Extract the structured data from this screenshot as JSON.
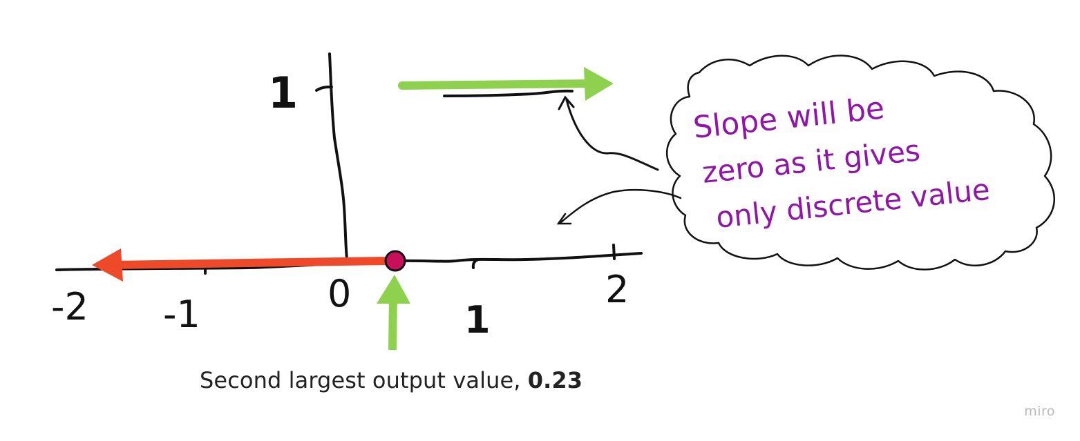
{
  "diagram": {
    "axis_ticks": {
      "x": [
        "-2",
        "-1",
        "0",
        "1",
        "2"
      ],
      "y": [
        "1"
      ]
    },
    "note": {
      "lines": [
        "Slope will be",
        "zero as it gives",
        "only discrete value"
      ]
    },
    "caption": {
      "text": "Second largest output value, ",
      "value": "0.23"
    },
    "watermark": "miro",
    "colors": {
      "ink": "#111111",
      "note_text": "#8f16a6",
      "left_arrow": "#ee4a2a",
      "green_arrow": "#8ed14f",
      "point": "#c8105a"
    }
  }
}
